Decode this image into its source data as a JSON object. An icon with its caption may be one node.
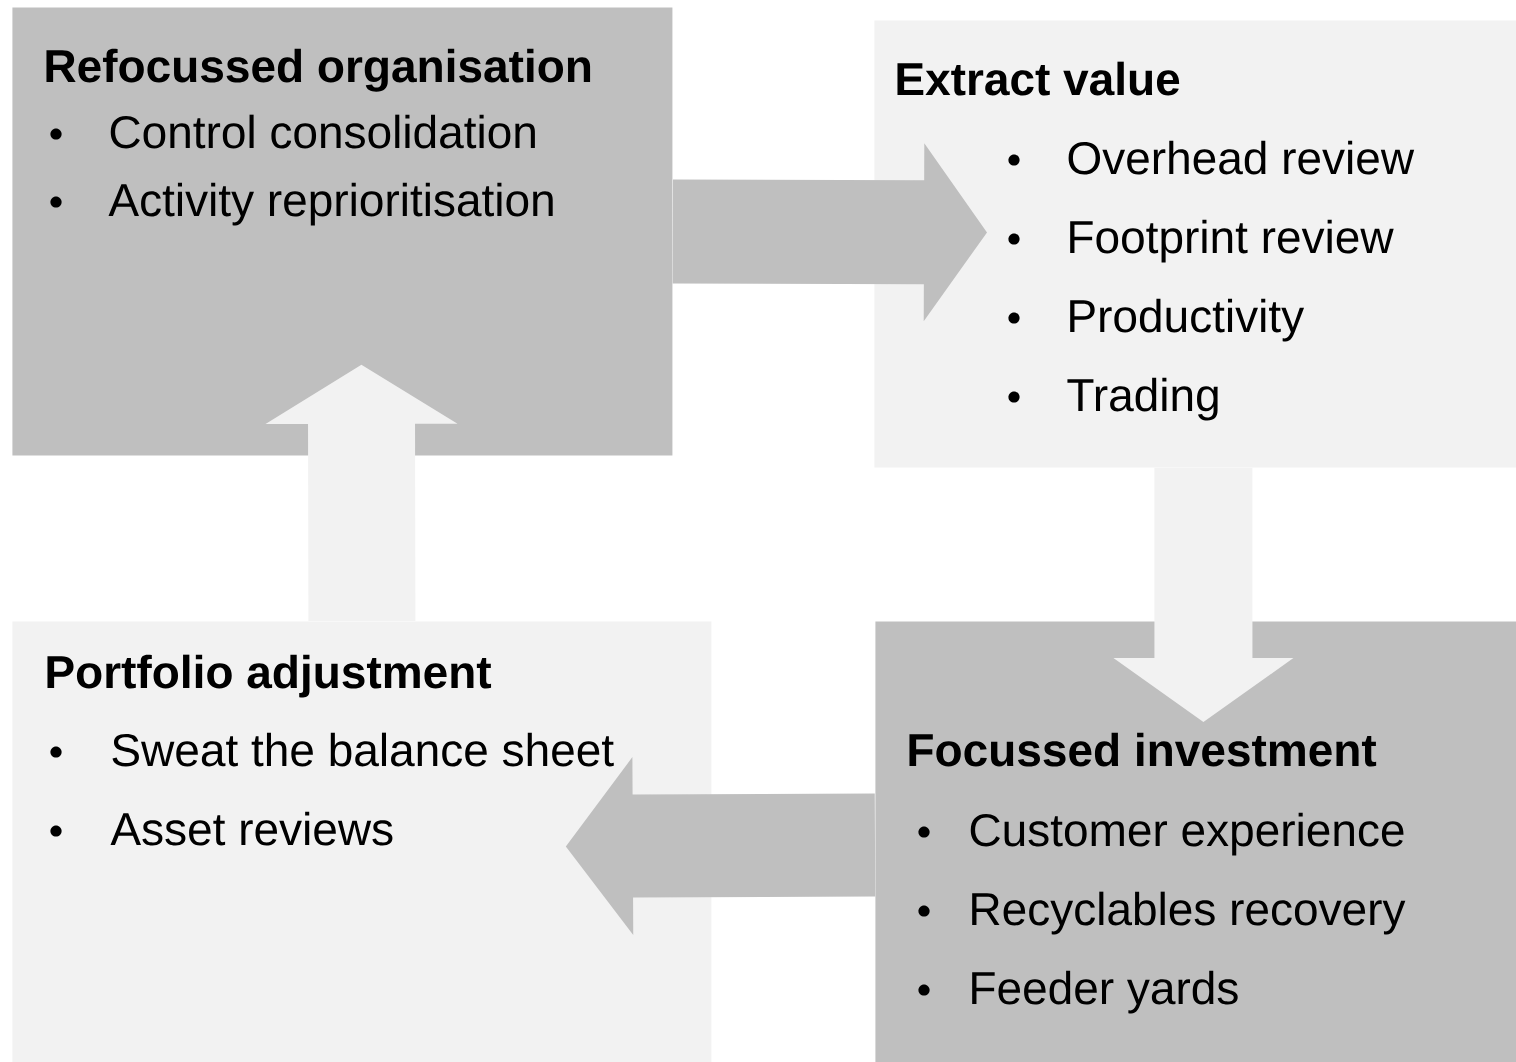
{
  "diagram": {
    "nodes": [
      {
        "text": [
          "Refocussed organisation",
          "Control consolidation",
          "Activity reprioritisation"
        ]
      },
      {
        "text": [
          "Extract value",
          "Overhead review",
          "Footprint review",
          "Productivity",
          "Trading"
        ]
      },
      {
        "text": [
          "Focussed investment",
          "Customer experience",
          "Recyclables recovery",
          "Feeder yards"
        ]
      },
      {
        "text": [
          "Portfolio adjustment",
          "Sweat the balance sheet",
          "Asset reviews"
        ]
      }
    ],
    "edges": [
      {
        "from": 0,
        "to": 1,
        "arrow": "to",
        "color": "#bfbfbf"
      },
      {
        "from": 1,
        "to": 2,
        "arrow": "to",
        "color": "#f2f2f2"
      },
      {
        "from": 2,
        "to": 3,
        "arrow": "to",
        "color": "#bfbfbf"
      },
      {
        "from": 3,
        "to": 0,
        "arrow": "to",
        "color": "#f2f2f2"
      }
    ]
  }
}
